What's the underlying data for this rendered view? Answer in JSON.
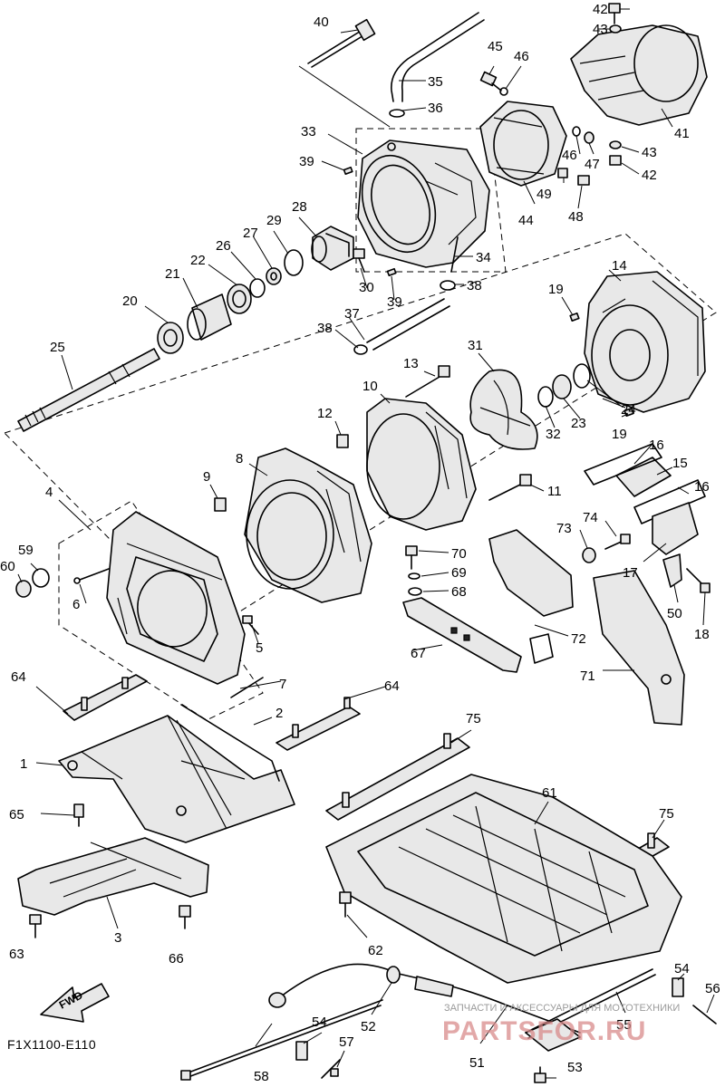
{
  "diagram": {
    "reference_code": "F1X1100-E110",
    "fwd_label": "FWD",
    "watermark_line1": "ЗАПЧАСТИ И АКСЕССУАРЫ ДЛЯ МОТОТЕХНИКИ",
    "watermark_line2": "PARTSFOR.RU"
  },
  "callouts": {
    "c1": "1",
    "c2": "2",
    "c3": "3",
    "c4": "4",
    "c5": "5",
    "c6": "6",
    "c7": "7",
    "c8": "8",
    "c9": "9",
    "c10": "10",
    "c11": "11",
    "c12": "12",
    "c13": "13",
    "c14": "14",
    "c15": "15",
    "c16a": "16",
    "c16b": "16",
    "c17": "17",
    "c18": "18",
    "c19a": "19",
    "c19b": "19",
    "c20": "20",
    "c21": "21",
    "c22": "22",
    "c23": "23",
    "c24": "24",
    "c25": "25",
    "c26": "26",
    "c27": "27",
    "c28": "28",
    "c29": "29",
    "c30": "30",
    "c31": "31",
    "c32": "32",
    "c33": "33",
    "c34": "34",
    "c35": "35",
    "c36": "36",
    "c37": "37",
    "c38a": "38",
    "c38b": "38",
    "c39a": "39",
    "c39b": "39",
    "c40": "40",
    "c41": "41",
    "c42a": "42",
    "c42b": "42",
    "c43a": "43",
    "c43b": "43",
    "c44": "44",
    "c45": "45",
    "c46a": "46",
    "c46b": "46",
    "c47": "47",
    "c48": "48",
    "c49": "49",
    "c50": "50",
    "c51": "51",
    "c52": "52",
    "c53": "53",
    "c54a": "54",
    "c54b": "54",
    "c55": "55",
    "c56": "56",
    "c57": "57",
    "c58": "58",
    "c59": "59",
    "c60": "60",
    "c61": "61",
    "c62": "62",
    "c63": "63",
    "c64a": "64",
    "c64b": "64",
    "c65": "65",
    "c66": "66",
    "c67": "67",
    "c68": "68",
    "c69": "69",
    "c70": "70",
    "c71": "71",
    "c72": "72",
    "c73": "73",
    "c74": "74",
    "c75a": "75",
    "c75b": "75"
  }
}
